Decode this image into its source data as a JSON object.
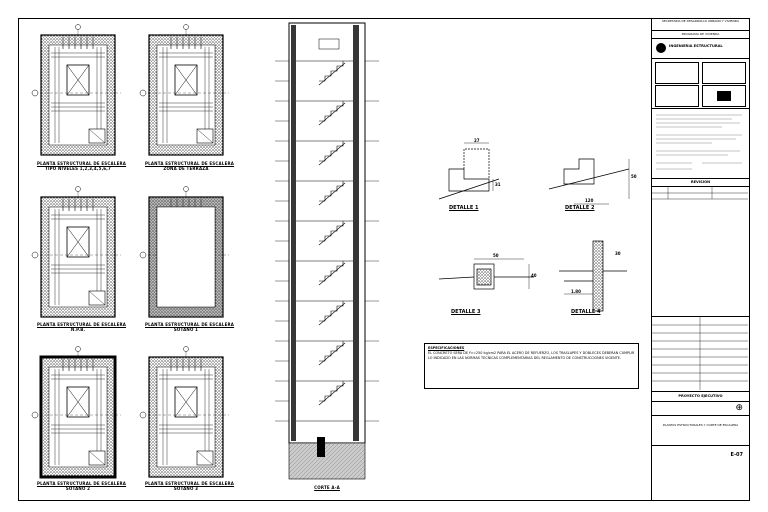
{
  "plans": [
    {
      "label": "PLANTA ESTRUCTURAL DE ESCALERA",
      "sub": "TIPO NIVELES 1,2,3,4,5,6,7"
    },
    {
      "label": "PLANTA ESTRUCTURAL DE ESCALERA",
      "sub": "ZONA DE TERRAZA"
    },
    {
      "label": "PLANTA ESTRUCTURAL DE ESCALERA",
      "sub": "N.P.B."
    },
    {
      "label": "PLANTA ESTRUCTURAL DE ESCALERA",
      "sub": "SOTANO 1"
    },
    {
      "label": "PLANTA ESTRUCTURAL DE ESCALERA",
      "sub": "SOTANO 2"
    },
    {
      "label": "PLANTA ESTRUCTURAL DE ESCALERA",
      "sub": "SOTANO 3"
    }
  ],
  "section_label": "CORTE A-A",
  "details": [
    {
      "label": "DETALLE 1",
      "dim_a": "27",
      "dim_b": "31"
    },
    {
      "label": "DETALLE 2",
      "dim_a": "120",
      "dim_b": "50"
    },
    {
      "label": "DETALLE 3",
      "dim_a": "50",
      "dim_b": "40"
    },
    {
      "label": "DETALLE 4",
      "dim_a": "1.80",
      "dim_b": "30"
    }
  ],
  "notes": {
    "title": "ESPECIFICACIONES",
    "body": "EL CONCRETO SERA DE f'c=250 kg/cm2 PARA EL ACERO DE REFUERZO, LOS TRASLAPES Y DOBLECES DEBERAN CUMPLIR LO INDICADO EN LAS NORMAS TECNICAS COMPLEMENTARIAS DEL REGLAMENTO DE CONSTRUCCIONES VIGENTE."
  },
  "titleblock": {
    "header1": "SECRETARIA DE DESARROLLO URBANO Y VIVIENDA",
    "header2": "PROGRAMA DE VIVIENDA",
    "company": "INGENIERIA ESTRUCTURAL",
    "revision": "REVISION",
    "project": "PROYECTO EJECUTIVO",
    "sheet_title": "PLANTAS ESTRUCTURALES Y CORTE DE ESCALERA",
    "sheet_no": "E-07"
  }
}
